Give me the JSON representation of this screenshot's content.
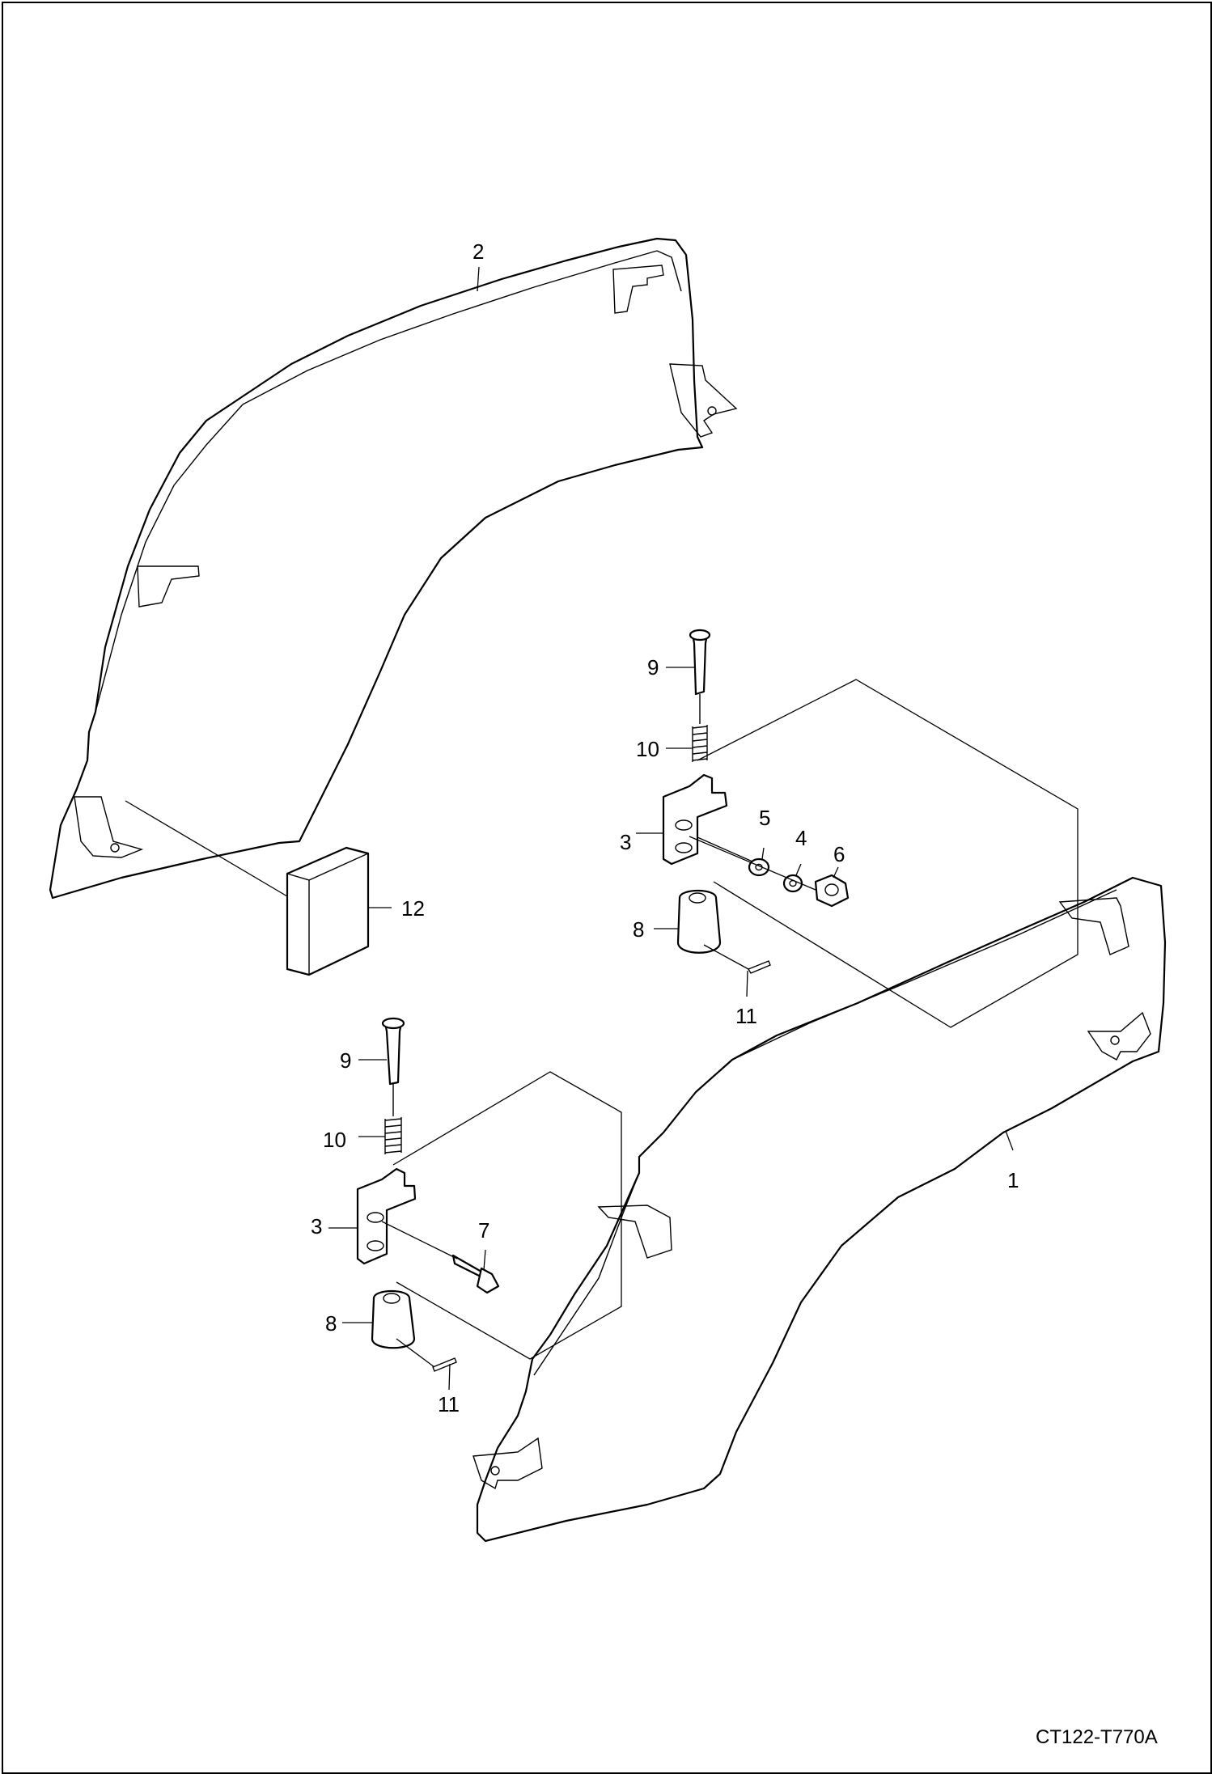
{
  "figure_id": "CT122-T770A",
  "callouts": {
    "c1": "1",
    "c2": "2",
    "c3a": "3",
    "c3b": "3",
    "c4": "4",
    "c5": "5",
    "c6": "6",
    "c7": "7",
    "c8a": "8",
    "c8b": "8",
    "c9a": "9",
    "c9b": "9",
    "c10a": "10",
    "c10b": "10",
    "c11a": "11",
    "c11b": "11",
    "c12": "12"
  }
}
